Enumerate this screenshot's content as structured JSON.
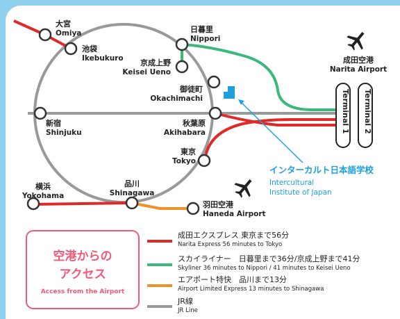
{
  "stations": {
    "omiya": {
      "jp": "大宮",
      "en": "Omiya"
    },
    "ikebukuro": {
      "jp": "池袋",
      "en": "Ikebukuro"
    },
    "nippori": {
      "jp": "日暮里",
      "en": "Nippori"
    },
    "keisei_ueno": {
      "jp": "京成上野",
      "en": "Keisei Ueno"
    },
    "okachimachi": {
      "jp": "御徒町",
      "en": "Okachimachi"
    },
    "shinjuku": {
      "jp": "新宿",
      "en": "Shinjuku"
    },
    "akihabara": {
      "jp": "秋葉原",
      "en": "Akihabara"
    },
    "tokyo": {
      "jp": "東京",
      "en": "Tokyo"
    },
    "shinagawa": {
      "jp": "品川",
      "en": "Shinagawa"
    },
    "yokohama": {
      "jp": "横浜",
      "en": "Yokohama"
    }
  },
  "airports": {
    "narita": {
      "jp": "成田空港",
      "en": "Narita Airport",
      "terminal1": "Terminal 1",
      "terminal2": "Terminal 2"
    },
    "haneda": {
      "jp": "羽田空港",
      "en": "Haneda Airport"
    }
  },
  "school": {
    "jp": "インターカルト日本語学校",
    "en_line1": "Intercultural",
    "en_line2": "Institute of Japan"
  },
  "access_box": {
    "jp_line1": "空港からの",
    "jp_line2": "アクセス",
    "en": "Access from the Airport"
  },
  "legend": [
    {
      "color": "#e02a2a",
      "jp": "成田エクスプレス 東京まで56分",
      "en": "Narita Express   56 minutes to Tokyo"
    },
    {
      "color": "#3cb87a",
      "jp": "スカイライナー　日暮里まで36分/京成上野まで41分",
      "en": "Skyliner   36 minutes to Nippori / 41 minutes to Keisei Ueno"
    },
    {
      "color": "#f0922a",
      "jp": "エアポート特快　品川まで13分",
      "en": "Airport Limited Express   13 minutes to Shinagawa"
    },
    {
      "color": "#999999",
      "jp": "JR線",
      "en": "JR Line"
    }
  ],
  "colors": {
    "background": "#8ed0ee",
    "jr": "#999999",
    "narita_express": "#e02a2a",
    "skyliner": "#3cb87a",
    "airport_express": "#f0922a",
    "school": "#1ea0e0",
    "access_pink": "#f05a78"
  }
}
